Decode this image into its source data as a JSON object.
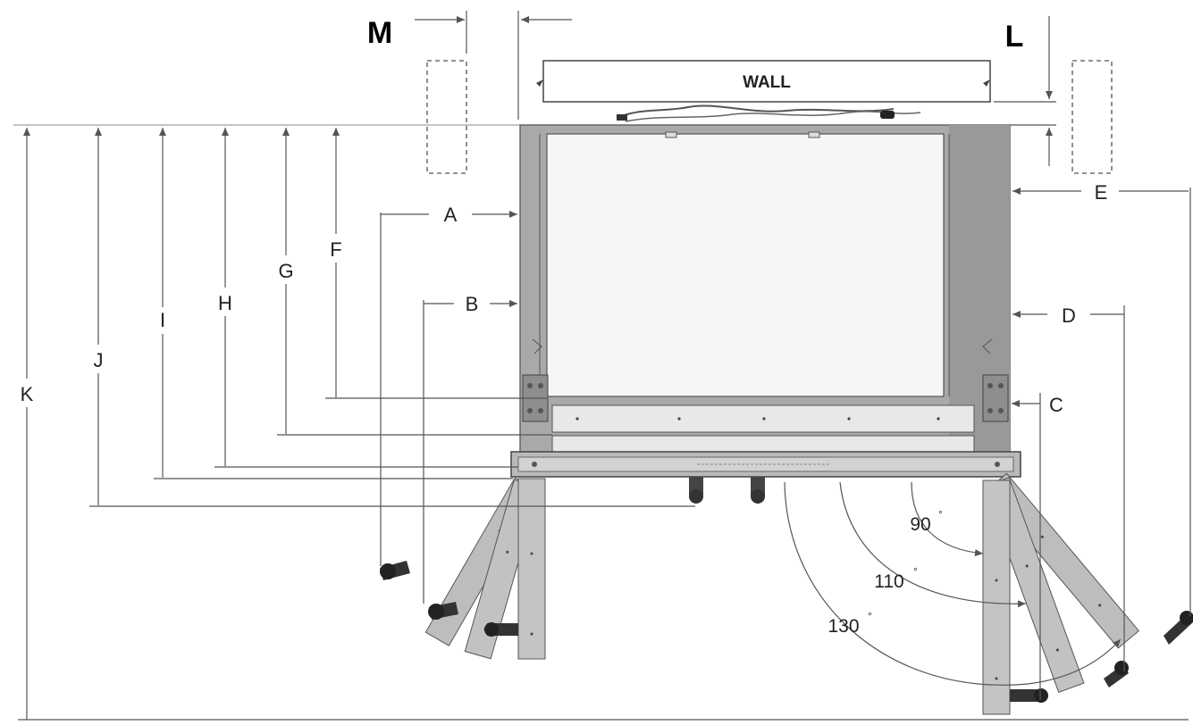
{
  "labels": {
    "wall": "WALL",
    "M": "M",
    "L": "L",
    "A": "A",
    "B": "B",
    "C": "C",
    "D": "D",
    "E": "E",
    "F": "F",
    "G": "G",
    "H": "H",
    "I": "I",
    "J": "J",
    "K": "K"
  },
  "angles": [
    {
      "value": "90",
      "unit": "°"
    },
    {
      "value": "110",
      "unit": "°"
    },
    {
      "value": "130",
      "unit": "°"
    }
  ],
  "colors": {
    "line": "#555555",
    "frame": "#9a9a9a",
    "panel": "#f4f4f4",
    "leg": "#bcbcbc",
    "foot": "#333333"
  }
}
